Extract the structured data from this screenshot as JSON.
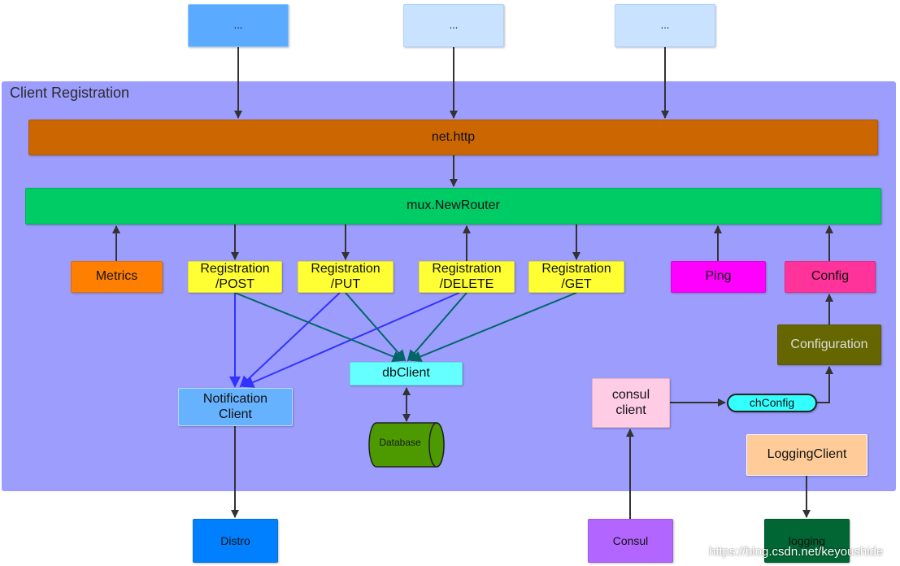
{
  "region": {
    "title": "Client Registration"
  },
  "nodes": {
    "top_left": "...",
    "top_middle": "...",
    "top_right": "...",
    "net_http": "net.http",
    "mux_router": "mux.NewRouter",
    "metrics": "Metrics",
    "registration_post": {
      "line1": "Registration",
      "line2": "/POST"
    },
    "registration_put": {
      "line1": "Registration",
      "line2": "/PUT"
    },
    "registration_delete": {
      "line1": "Registration",
      "line2": "/DELETE"
    },
    "registration_get": {
      "line1": "Registration",
      "line2": "/GET"
    },
    "ping": "Ping",
    "config": "Config",
    "configuration": "Configuration",
    "db_client": "dbClient",
    "database": "Database",
    "notification_client": {
      "line1": "Notification",
      "line2": "Client"
    },
    "consul_client": {
      "line1": "consul",
      "line2": "client"
    },
    "ch_config": "chConfig",
    "logging_client": "LoggingClient",
    "distro": "Distro",
    "consul": "Consul",
    "logging": "logging"
  },
  "watermark": "https://blog.csdn.net/keyoushide",
  "colors": {
    "region": "#9d9dfd",
    "net_http": "#cc6600",
    "mux_router": "#00cc66",
    "registration": "#ffff33",
    "metrics": "#ff8000",
    "ping": "#ff00ff",
    "config": "#ff3399",
    "configuration": "#666600",
    "db_client": "#66ffff",
    "database": "#4c9900",
    "notification_client": "#66b2ff",
    "consul_client": "#ffcce5",
    "ch_config": "#33ffff",
    "logging_client": "#ffcc99",
    "distro": "#0080ff",
    "consul": "#b266ff",
    "logging": "#006633",
    "arrow_dark": "#333333",
    "arrow_blue": "#3333ff",
    "arrow_teal": "#006666"
  }
}
